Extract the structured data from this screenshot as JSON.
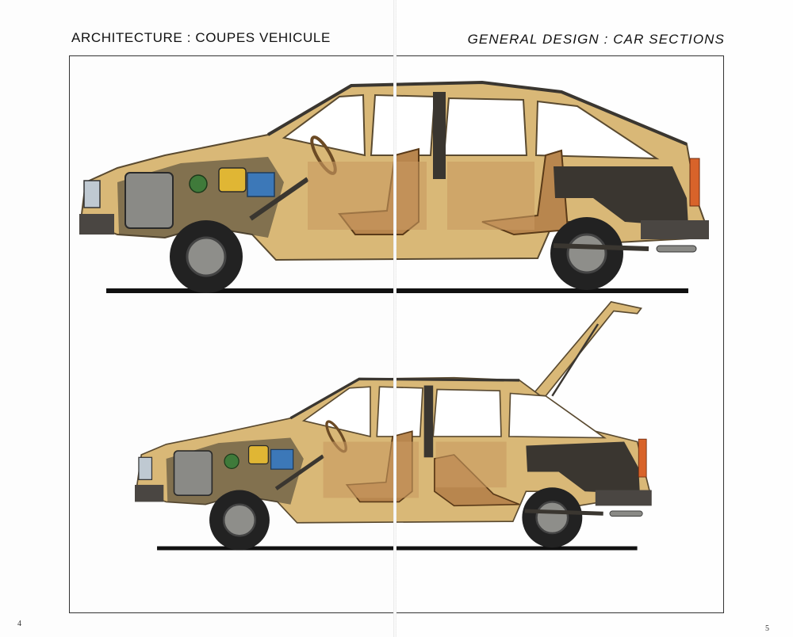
{
  "headings": {
    "left": "ARCHITECTURE : COUPES VEHICULE",
    "right": "GENERAL  DESIGN : CAR  SECTIONS"
  },
  "page_numbers": {
    "left": "4",
    "right": "5"
  },
  "illustrations": {
    "top": {
      "tailgate_state": "closed"
    },
    "bottom": {
      "tailgate_state": "open"
    }
  },
  "colors": {
    "body_tan": "#d9b877",
    "wood": "#b8864e",
    "dark_trim": "#3a3630",
    "glass": "#ffffff",
    "battery_blue": "#3c78b8",
    "engine_green": "#3f7a3a",
    "filter_yellow": "#e0b634",
    "bumper": "#4a4642"
  }
}
